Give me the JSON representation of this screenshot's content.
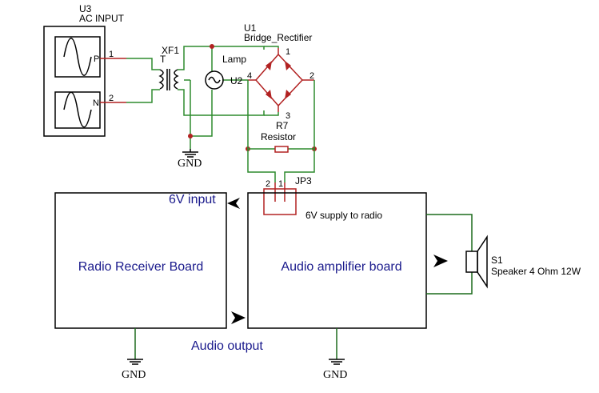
{
  "ac_input": {
    "ref": "U3",
    "name": "AC INPUT",
    "pin_p_name": "P",
    "pin_p_num": "1",
    "pin_n_name": "N",
    "pin_n_num": "2"
  },
  "transformer": {
    "ref": "XF1",
    "label": "T"
  },
  "lamp": {
    "name": "Lamp",
    "ref": "U2"
  },
  "rectifier": {
    "ref": "U1",
    "name": "Bridge_Rectifier",
    "pin_top": "1",
    "pin_left": "4",
    "pin_right": "2",
    "pin_bottom": "3"
  },
  "resistor": {
    "ref": "R7",
    "name": "Resistor"
  },
  "jumper": {
    "ref": "JP3",
    "pin_a": "2",
    "pin_b": "1",
    "note": "6V supply to radio"
  },
  "blocks": {
    "radio": "Radio Receiver Board",
    "amplifier": "Audio amplifier board"
  },
  "signals": {
    "input": "6V input",
    "output": "Audio output"
  },
  "speaker": {
    "ref": "S1",
    "name": "Speaker 4 Ohm 12W"
  },
  "ground_label": "GND"
}
